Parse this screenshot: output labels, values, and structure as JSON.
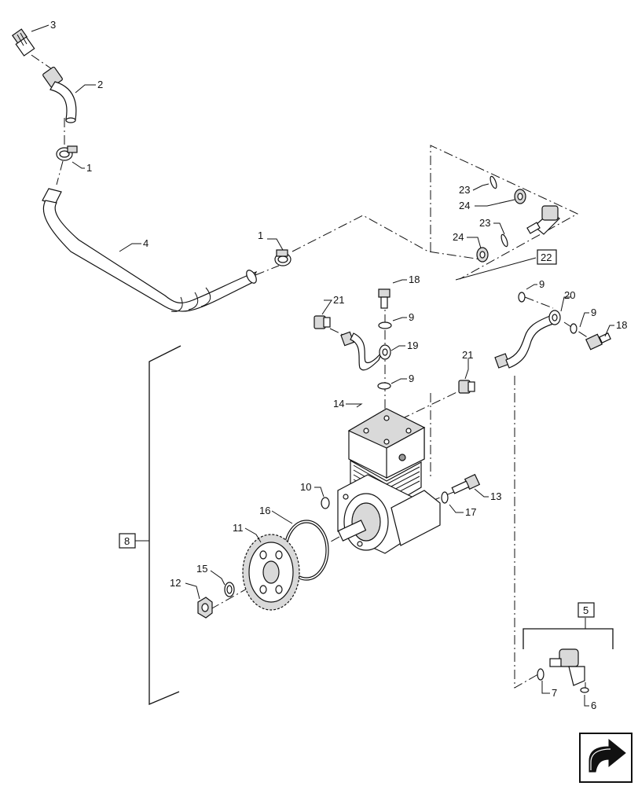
{
  "callouts": {
    "c1a": "1",
    "c1b": "1",
    "c2": "2",
    "c3": "3",
    "c4": "4",
    "c5": "5",
    "c6": "6",
    "c7": "7",
    "c8": "8",
    "c9a": "9",
    "c9b": "9",
    "c9c": "9",
    "c9d": "9",
    "c10": "10",
    "c11": "11",
    "c12": "12",
    "c13": "13",
    "c14": "14",
    "c15": "15",
    "c16": "16",
    "c17": "17",
    "c18a": "18",
    "c18b": "18",
    "c19": "19",
    "c20": "20",
    "c21a": "21",
    "c21b": "21",
    "c22": "22",
    "c23a": "23",
    "c23b": "23",
    "c24a": "24",
    "c24b": "24"
  },
  "icons": {
    "nav": "next-page-arrow-icon"
  }
}
